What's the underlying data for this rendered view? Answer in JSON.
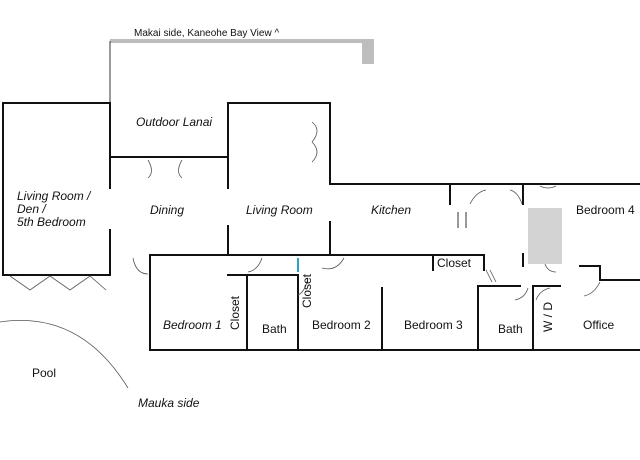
{
  "title": "Makai side, Kaneohe Bay View ^",
  "footer": "Mauka side",
  "rooms": {
    "outdoor_lanai": "Outdoor Lanai",
    "living_den_1": "Living Room /",
    "living_den_2": "Den /",
    "living_den_3": "5th Bedroom",
    "dining": "Dining",
    "living_room": "Living Room",
    "kitchen": "Kitchen",
    "bedroom4": "Bedroom 4",
    "bedroom1": "Bedroom 1",
    "closet1": "Closet",
    "bath1": "Bath",
    "closet2": "Closet",
    "bedroom2": "Bedroom 2",
    "bedroom3": "Bedroom 3",
    "closet3": "Closet",
    "bath2": "Bath",
    "wd": "W / D",
    "office": "Office",
    "pool": "Pool"
  },
  "colors": {
    "wall": "#111111",
    "fixture": "#d3d3d3",
    "accent": "#29a3c8"
  }
}
